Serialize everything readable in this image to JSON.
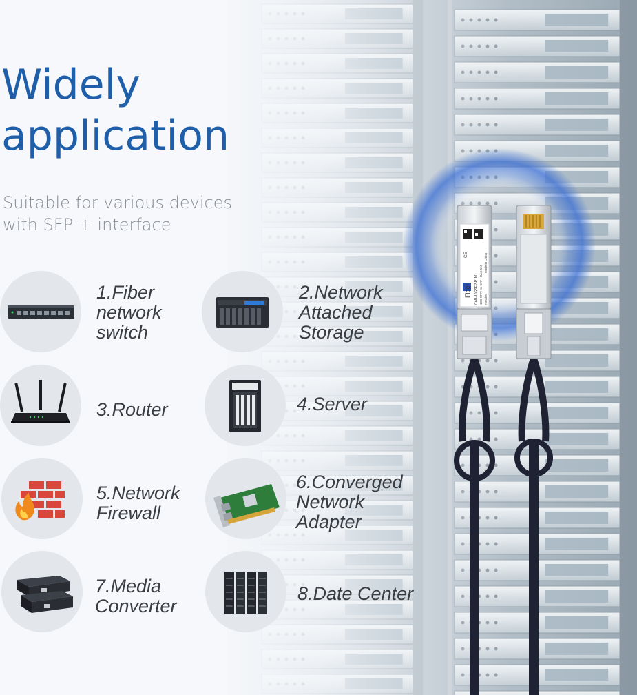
{
  "heading": {
    "title_line1": "Widely",
    "title_line2": "application"
  },
  "subheading": {
    "line1": "Suitable for various devices",
    "line2": "with SFP + interface"
  },
  "devices": [
    {
      "lines": [
        "1.Fiber",
        "network",
        "switch"
      ],
      "icon": "network-switch-icon"
    },
    {
      "lines": [
        "2.Network",
        "Attached",
        "Storage"
      ],
      "icon": "nas-icon"
    },
    {
      "lines": [
        "3.Router"
      ],
      "icon": "router-icon"
    },
    {
      "lines": [
        "4.Server"
      ],
      "icon": "server-tower-icon"
    },
    {
      "lines": [
        "5.Network",
        "Firewall"
      ],
      "icon": "firewall-icon"
    },
    {
      "lines": [
        "6.Converged",
        "Network",
        "Adapter"
      ],
      "icon": "network-card-icon"
    },
    {
      "lines": [
        "7.Media",
        "Converter"
      ],
      "icon": "media-converter-icon"
    },
    {
      "lines": [
        "8.Date Center"
      ],
      "icon": "data-center-icon"
    }
  ],
  "product": {
    "module_brand": "Fiber",
    "module_part": "CAB-10GSFP-P1M",
    "module_spec": "10G SFP+ to SFP+ DAC 1M",
    "module_origin": "Made in China",
    "module_tag": "Passive",
    "module_mark": "CE"
  },
  "colors": {
    "title": "#1f5ea8",
    "subtitle": "#8a8f96",
    "label": "#3a3d42",
    "icon_circle": "#e3e6ea",
    "glow": "#3b6fd4",
    "cable": "#1e2233"
  }
}
